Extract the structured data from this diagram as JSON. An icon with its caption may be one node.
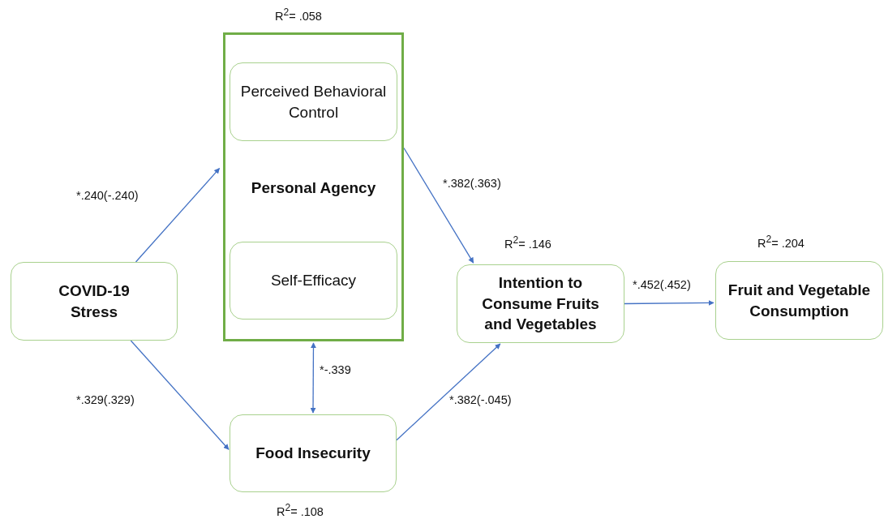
{
  "diagram": {
    "nodes": [
      {
        "text": [
          "Personal Agency"
        ],
        "beside": [
          "R$^{2}$= .058"
        ]
      },
      {
        "text": [
          "Perceived Behavioral Control"
        ],
        "in": 0
      },
      {
        "text": [
          "Self-Efficacy"
        ],
        "in": 0
      },
      {
        "text": [
          "COVID-19 Stress"
        ]
      },
      {
        "text": [
          "Food Insecurity"
        ],
        "beside": [
          "R$^{2}$= .108"
        ]
      },
      {
        "text": [
          "Intention to Consume Fruits and Vegetables"
        ],
        "beside": [
          "R$^{2}$= .146"
        ]
      },
      {
        "text": [
          "Fruit and Vegetable Consumption"
        ],
        "beside": [
          "R$^{2}$= .204"
        ]
      }
    ],
    "edges": [
      {
        "from": 3,
        "to": 0,
        "arrow": "to",
        "label": "*.240(-.240)"
      },
      {
        "from": 3,
        "to": 4,
        "arrow": "to",
        "label": "*.329(.329)"
      },
      {
        "from": 0,
        "to": 4,
        "arrow": "both",
        "label": "*-.339"
      },
      {
        "from": 0,
        "to": 5,
        "arrow": "to",
        "label": "*.382(.363)"
      },
      {
        "from": 4,
        "to": 5,
        "arrow": "to",
        "label": "*.382(-.045)"
      },
      {
        "from": 5,
        "to": 6,
        "arrow": "to",
        "label": "*.452(.452)"
      }
    ]
  }
}
